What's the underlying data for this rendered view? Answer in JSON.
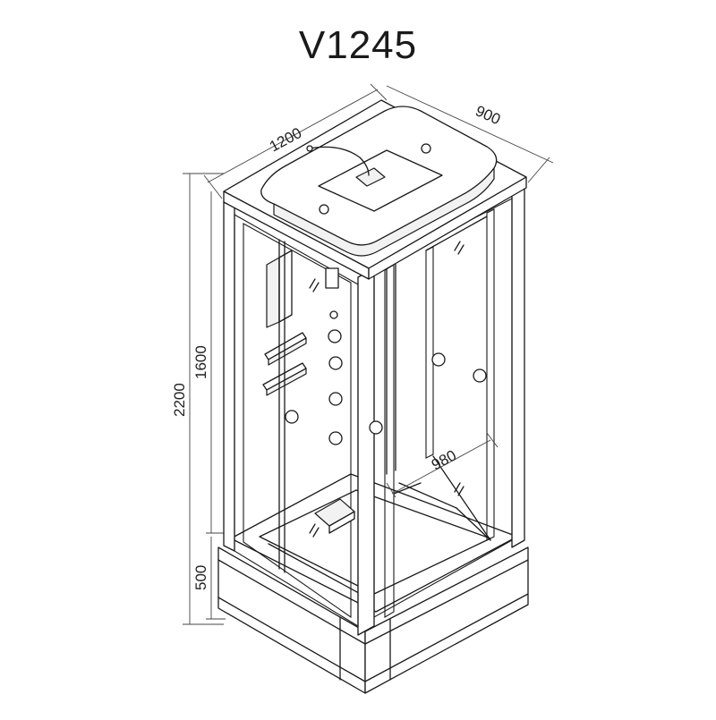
{
  "title": "V1245",
  "dimensions": {
    "width": "1200",
    "depth": "900",
    "total_height": "2200",
    "cabin_height": "1600",
    "tray_height": "500",
    "door_width": "980"
  }
}
